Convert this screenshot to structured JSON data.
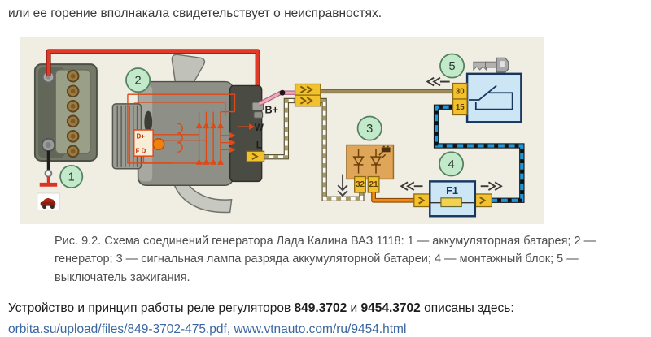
{
  "intro": {
    "text": "или ее горение вполнакала свидетельствует о неисправностях."
  },
  "figure": {
    "callouts": {
      "battery": "1",
      "generator": "2",
      "lamp": "3",
      "block": "4",
      "switch": "5"
    },
    "terminals": {
      "bplus": "B+",
      "stator": "W",
      "lamp_out": "L",
      "ign_30": "30",
      "ign_15": "15",
      "cluster_32": "32",
      "cluster_21": "21",
      "fuse": "F1"
    },
    "regulator": {
      "top": "D+",
      "bottom": "F D"
    },
    "colors": {
      "figure_bg": "#f0eee2",
      "wire_battery_red": "#e03a28",
      "wire_pink": "#f2a8bd",
      "wire_ignition_brown": "#9c8a58",
      "wire_lamp_striped": "#a89a66",
      "wire_blue_black": "#2196d6",
      "wire_orange": "#f08a14",
      "connector_yellow": "#f2c12d",
      "callout_green": "#c3e9cb",
      "block_blue": "#cde6f6",
      "lamp_block_tan": "#dfa558",
      "circuit_orange": "#e04816"
    }
  },
  "caption": {
    "text": "Рис. 9.2. Схема соединений генератора Лада Калина ВАЗ 1118: 1 — аккумуляторная батарея; 2 — генератор; 3 — сигнальная лампа разряда аккумуляторной батареи; 4 — монтажный блок; 5 — выключатель зажигания."
  },
  "paragraph": {
    "prefix": "Устройство и принцип работы реле регуляторов ",
    "relay1": "849.3702",
    "conjunction": " и ",
    "relay2": "9454.3702",
    "suffix": " описаны здесь:",
    "link": "orbita.su/upload/files/849-3702-475.pdf, www.vtnauto.com/ru/9454.html"
  }
}
